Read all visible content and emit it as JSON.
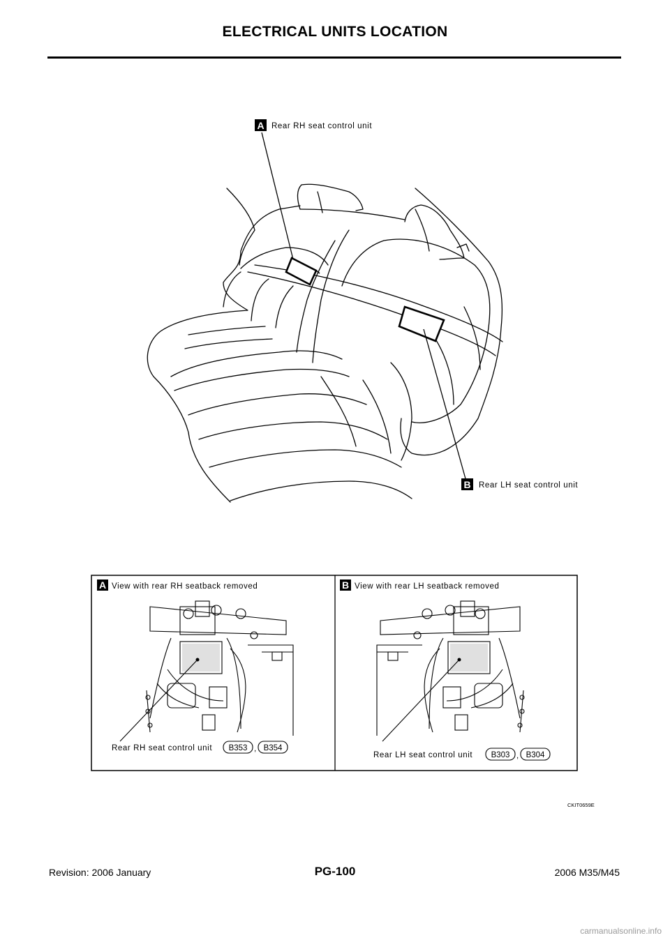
{
  "header": {
    "title": "ELECTRICAL UNITS LOCATION"
  },
  "main_figure": {
    "callout_a": {
      "letter": "A",
      "text": "Rear RH seat control unit"
    },
    "callout_b": {
      "letter": "B",
      "text": "Rear LH seat control unit"
    }
  },
  "detail_figure": {
    "left_panel": {
      "letter": "A",
      "caption": "View with rear RH seatback removed",
      "unit_label": "Rear RH seat control unit",
      "separator": ",",
      "connectors": [
        "B353",
        "B354"
      ]
    },
    "right_panel": {
      "letter": "B",
      "caption": "View with rear LH seatback removed",
      "unit_label": "Rear LH seat control unit",
      "separator": ",",
      "connectors": [
        "B303",
        "B304"
      ]
    }
  },
  "figure_code": "CKIT0659E",
  "footer": {
    "revision": "Revision: 2006 January",
    "page_number": "PG-100",
    "model": "2006 M35/M45"
  },
  "watermark": "carmanualsonline.info"
}
